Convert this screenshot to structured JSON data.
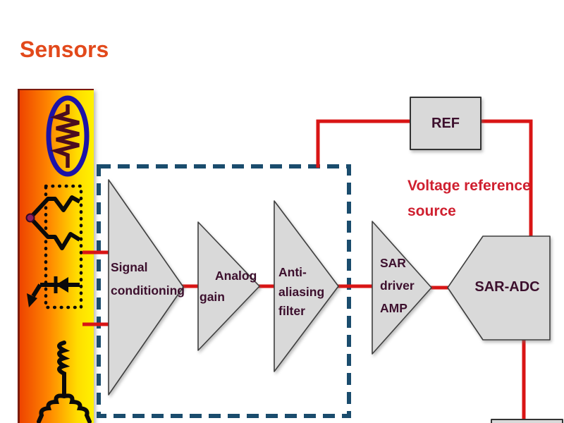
{
  "title": {
    "text": "Sensors",
    "color": "#e2491b"
  },
  "sensor_bar": {
    "icons": [
      {
        "name": "thermistor"
      },
      {
        "name": "thermocouple"
      },
      {
        "name": "motor-winding"
      }
    ],
    "gradient": [
      "#ee4400",
      "#ff8800",
      "#fff200"
    ]
  },
  "signal_chain": {
    "blocks": [
      {
        "id": "signal-conditioning",
        "label": "Signal conditioning",
        "shape": "triangle"
      },
      {
        "id": "analog-gain",
        "label": "Analog gain",
        "shape": "triangle"
      },
      {
        "id": "anti-aliasing-filter",
        "label": "Anti-aliasing filter",
        "shape": "triangle"
      },
      {
        "id": "sar-driver-amp",
        "label": "SAR driver AMP",
        "shape": "triangle"
      },
      {
        "id": "sar-adc",
        "label": "SAR-ADC",
        "shape": "pentagon"
      }
    ]
  },
  "reference": {
    "box_label": "REF",
    "caption": "Voltage reference source",
    "caption_color": "#cf1f2f"
  },
  "colors": {
    "wire_red": "#d91515",
    "dashed_box": "#1a4c6d",
    "block_fill": "#d9d9d9",
    "block_stroke": "#3f3f3f",
    "block_text": "#3c0f2d"
  }
}
